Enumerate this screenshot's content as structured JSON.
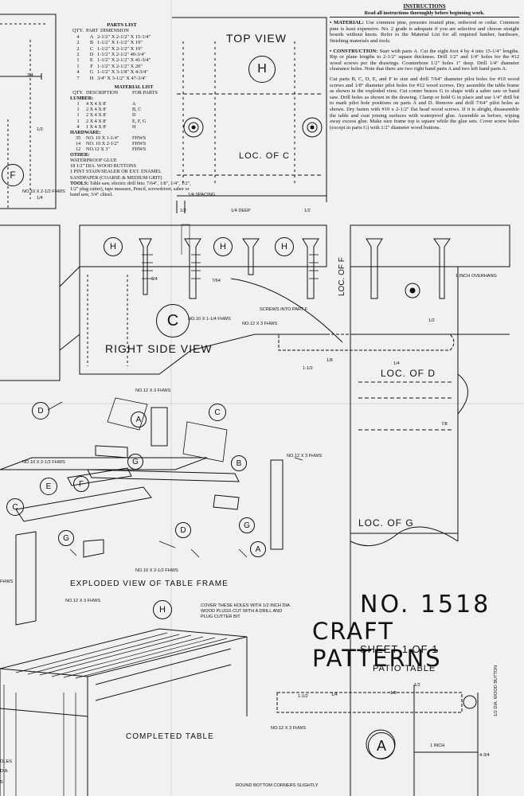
{
  "parts_list": {
    "title": "PARTS LIST",
    "headers": [
      "QTY.",
      "PART",
      "DIMENSION"
    ],
    "rows": [
      {
        "qty": "4",
        "part": "A",
        "dim": "2-1/2\" X 2-1/2\" X 15-1/4\""
      },
      {
        "qty": "2",
        "part": "B",
        "dim": "1-1/2\" X 1-1/2\" X 19\""
      },
      {
        "qty": "2",
        "part": "C",
        "dim": "1-1/2\" X 2-1/2\" X 19\""
      },
      {
        "qty": "2",
        "part": "D",
        "dim": "1-1/2\" X 2-1/2\" 40-3/4\""
      },
      {
        "qty": "1",
        "part": "E",
        "dim": "1-1/2\" X 2-1/2\" X 41-3/4\""
      },
      {
        "qty": "1",
        "part": "F",
        "dim": "1-1/2\" X 2-1/2\" X 20\""
      },
      {
        "qty": "4",
        "part": "G",
        "dim": "1-1/2\" X 3-1/8\" X 4-3/4\""
      },
      {
        "qty": "7",
        "part": "H",
        "dim": "3/4\" X 3-1/2\" X 47-3/4\""
      }
    ]
  },
  "material_list": {
    "title": "MATERIAL LIST",
    "headers": [
      "QTY.",
      "DESCRIPTION",
      "FOR PARTS"
    ],
    "lumber_label": "LUMBER:",
    "lumber": [
      {
        "qty": "1",
        "desc": "4 X 4 X 8'",
        "parts": "A"
      },
      {
        "qty": "1",
        "desc": "2 X 4 X 8'",
        "parts": "B, C"
      },
      {
        "qty": "1",
        "desc": "2 X 4 X 8'",
        "parts": "D"
      },
      {
        "qty": "1",
        "desc": "2 X 4 X 8'",
        "parts": "E, F, G"
      },
      {
        "qty": "4",
        "desc": "1 X 4 X 8'",
        "parts": "H"
      }
    ],
    "hardware_label": "HARDWARE:",
    "hardware": [
      {
        "qty": "35",
        "desc": "NO. 10 X 1-1/4\"",
        "parts": "FHWS"
      },
      {
        "qty": "14",
        "desc": "NO. 10 X 2-1/2\"",
        "parts": "FHWS"
      },
      {
        "qty": "12",
        "desc": "NO.12 X 3\"",
        "parts": "FHWS"
      }
    ],
    "other_label": "OTHER:",
    "other_lines": [
      "WATERPROOF GLUE",
      "18   1/2\" DIA. WOOD BUTTONS",
      "1 PINT STAIN/SEALER OR EXT. ENAMEL",
      "SANDPAPER (COARSE & MEDIUM GRIT)"
    ],
    "tools_label": "TOOLS:",
    "tools_text": "Table saw, electric drill bits: 7/64\", 1/8\", 1/4\", 1/2\", 1/2\" plug cutter), tape measure, Pencil, screwdriver, saber or band saw, 3/4\" chisel."
  },
  "instructions": {
    "title": "INSTRUCTIONS",
    "subtitle": "Read all instructions thoroughly before beginning work.",
    "material_head": "• MATERIAL:",
    "material_text": "Use common pine, pressure treated pine, redwood or cedar. Common pine is least expensive. No. 2 grade is adequate if you are selective and choose straight boards without knots. Refer to the Material List for all required lumber, hardware, finishing materials and tools.",
    "construction_head": "• CONSTRUCTION:",
    "construction_text": "Start with parts A. Cut the eight foot 4 by 4 into 15-1/4\" lengths. Rip or plane lengths to 2-1/2\" square thickness. Drill 1/2\" and 1/4\" holes for the #12 wood screws per the drawings. Counterbore 1/2\" holes 1\" deep. Drill 1/4\" diameter clearance holes. Note that there are two right hand parts A and two left hand parts A.",
    "para3": "Cut parts B, C, D, E, and F to size and drill 7/64\" diameter pilot holes for #10 wood screws and 1/8\" diameter pilot holes for #12 wood screws. Dry assemble the table frame as shown in the exploded view. Cut corner braces G to shape with a saber saw or band saw. Drill holes as shown in the drawing. Clamp or hold G in place and use 1/4\" drill bit to mark pilot hole positions on parts A and D. Remove and drill 7/64\" pilot holes as shown. Dry fasten with #10 x 2-1/2\" flat head wood screws. If it is alright, disassemble the table and coat joining surfaces with waterproof glue. Assemble as before, wiping away excess glue. Make sure frame top is square while the glue sets. Cover screw holes (except in parts G) with 1/2\" diameter wood buttons."
  },
  "labels": {
    "top_view": "TOP VIEW",
    "right_side_view": "RIGHT SIDE VIEW",
    "exploded_view": "EXPLODED VIEW OF TABLE FRAME",
    "completed_table": "COMPLETED TABLE",
    "loc_c": "LOC. OF C",
    "loc_d": "LOC. OF D",
    "loc_g": "LOC. OF G",
    "loc_f": "LOC. OF F",
    "spacing": "1/4 SPACING",
    "deep": "1/4 DEEP",
    "half_1": "1/2",
    "half_2": "1/2",
    "half_3": "1/2",
    "half_4": "1/2",
    "half_5": "1/2",
    "three_q_1": "3/4",
    "three_q_2": "3/4",
    "seven_64": "7/64",
    "seven_8": "7/8",
    "one_half_1": "1-1/2",
    "one_half_2": "1-1/2",
    "one_eighth_1": "1/8",
    "one_eighth_2": "1/8",
    "quarter_1": "1/4",
    "quarter_2": "1/4",
    "one_inch": "1 INCH",
    "four_three_q": "4-3/4",
    "one_inch_overhang": "1 INCH OVERHANG",
    "screws_f": "SCREWS INTO PART F",
    "no10_114": "NO.10 X 1-1/4 FHWS",
    "no12_3_a": "NO.12 X 3 FHWS",
    "no12_3_b": "NO.12 X 3 FHWS",
    "no12_3_c": "NO.12 X 3 FHWS",
    "no12_3_d": "NO.12 X 3 FHWS",
    "no12_3_e": "NO.12 X 3 FHWS",
    "no10_212_a": "NO.10 X 2-1/2 FHWS",
    "no10_212_b": "NO.10 X 2-1/2 FHWS",
    "no10_212_c": "NO.10 X 2-1/2 FHWS",
    "fhws_left": "FHWS",
    "cover_note": "COVER THESE HOLES WITH 1/2 INCH DIA. WOOD PLUGS CUT WITH A DRILL AND PLUG CUTTER BIT",
    "round_bottom": "ROUND BOTTOM CORNERS SLIGHTLY",
    "wood_button": "1/2 DIA. WOOD BUTTON",
    "edge_oles": "OLES",
    "edge_dia": "DIA.",
    "edge_s": "S"
  },
  "title_block": {
    "number": "NO. 1518",
    "brand": "CRAFT PATTERNS",
    "sheet": "SHEET 1 OF 1",
    "project": "PATIO TABLE"
  },
  "part_letters": {
    "h_top": "H",
    "c_side": "C",
    "h1": "H",
    "h2": "H",
    "h3": "H",
    "h_cpl": "H",
    "a_exp1": "A",
    "a_exp2": "A",
    "a_big": "A",
    "b_exp": "B",
    "c_exp1": "C",
    "c_exp2": "C",
    "d_exp1": "D",
    "d_exp2": "D",
    "e_exp": "E",
    "f_exp": "F",
    "g_exp1": "G",
    "g_exp2": "G",
    "f_left": "F"
  }
}
